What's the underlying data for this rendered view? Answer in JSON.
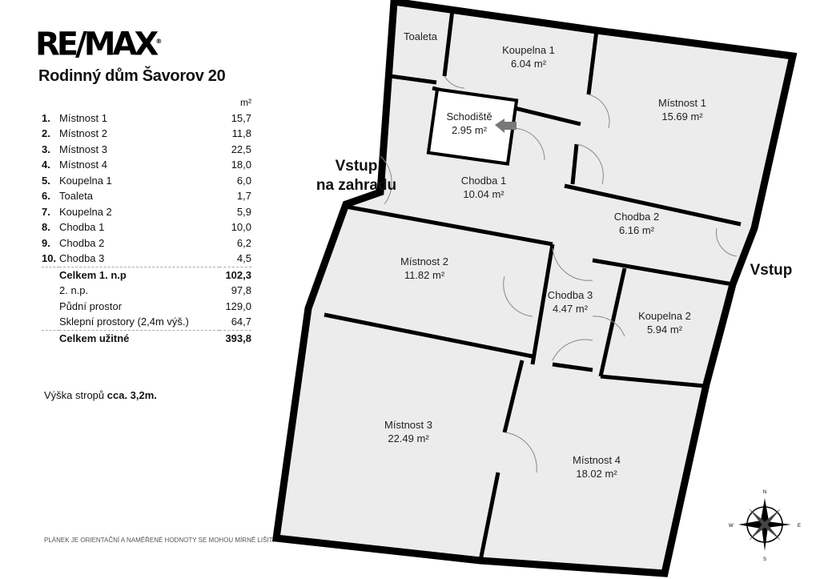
{
  "header": {
    "title": "Rodinný dům Šavorov 20",
    "logo": "RE/MAX"
  },
  "table": {
    "unit": "m²",
    "rows": [
      {
        "num": "1.",
        "name": "Místnost 1",
        "value": "15,7"
      },
      {
        "num": "2.",
        "name": "Místnost 2",
        "value": "11,8"
      },
      {
        "num": "3.",
        "name": "Místnost 3",
        "value": "22,5"
      },
      {
        "num": "4.",
        "name": "Místnost 4",
        "value": "18,0"
      },
      {
        "num": "5.",
        "name": "Koupelna 1",
        "value": "6,0"
      },
      {
        "num": "6.",
        "name": "Toaleta",
        "value": "1,7"
      },
      {
        "num": "7.",
        "name": "Koupelna 2",
        "value": "5,9"
      },
      {
        "num": "8.",
        "name": "Chodba 1",
        "value": "10,0"
      },
      {
        "num": "9.",
        "name": "Chodba 2",
        "value": "6,2"
      },
      {
        "num": "10.",
        "name": "Chodba 3",
        "value": "4,5"
      }
    ],
    "total1": {
      "name": "Celkem 1. n.p",
      "value": "102,3"
    },
    "extra": [
      {
        "name": "2. n.p.",
        "value": "97,8"
      },
      {
        "name": "Půdní prostor",
        "value": "129,0"
      },
      {
        "name": "Sklepní prostory (2,4m výš.)",
        "value": "64,7"
      }
    ],
    "total": {
      "name": "Celkem užitné",
      "value": "393,8"
    }
  },
  "ceiling": {
    "label": "Výška stropů ",
    "value": "cca. 3,2m."
  },
  "disclaimer": "PLÁNEK JE ORIENTAČNÍ A NAMĚŘENÉ HODNOTY SE MOHOU MÍRNĚ LIŠIT!",
  "plan": {
    "rooms": [
      {
        "name": "Toaleta",
        "area": ""
      },
      {
        "name": "Koupelna 1",
        "area": "6.04 m²"
      },
      {
        "name": "Místnost 1",
        "area": "15.69 m²"
      },
      {
        "name": "Schodiště",
        "area": "2.95 m²"
      },
      {
        "name": "Chodba 1",
        "area": "10.04 m²"
      },
      {
        "name": "Chodba 2",
        "area": "6.16 m²"
      },
      {
        "name": "Místnost 2",
        "area": "11.82 m²"
      },
      {
        "name": "Chodba 3",
        "area": "4.47 m²"
      },
      {
        "name": "Koupelna 2",
        "area": "5.94 m²"
      },
      {
        "name": "Místnost 3",
        "area": "22.49 m²"
      },
      {
        "name": "Místnost 4",
        "area": "18.02 m²"
      }
    ],
    "entry_garden": [
      "Vstup",
      "na zahradu"
    ],
    "entry": "Vstup"
  },
  "compass": {
    "n": "N",
    "s": "S",
    "e": "E",
    "w": "W"
  }
}
